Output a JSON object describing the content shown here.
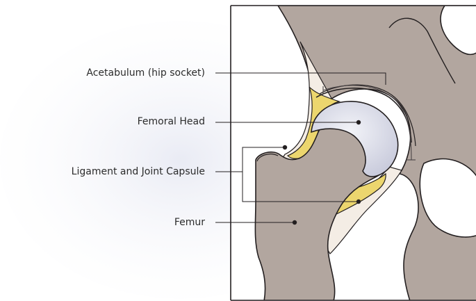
{
  "labels": {
    "acetabulum": "Acetabulum (hip socket)",
    "femoral_head": "Femoral Head",
    "ligament": "Ligament and Joint Capsule",
    "femur": "Femur"
  },
  "colors": {
    "bone": "#b2a69f",
    "bone_dark": "#a1958d",
    "cartilage": "#e6e8f0",
    "ligament": "#f4ede5",
    "synovial": "#ecd66e",
    "outline": "#231f20",
    "background_haze": "#eef0f7"
  }
}
